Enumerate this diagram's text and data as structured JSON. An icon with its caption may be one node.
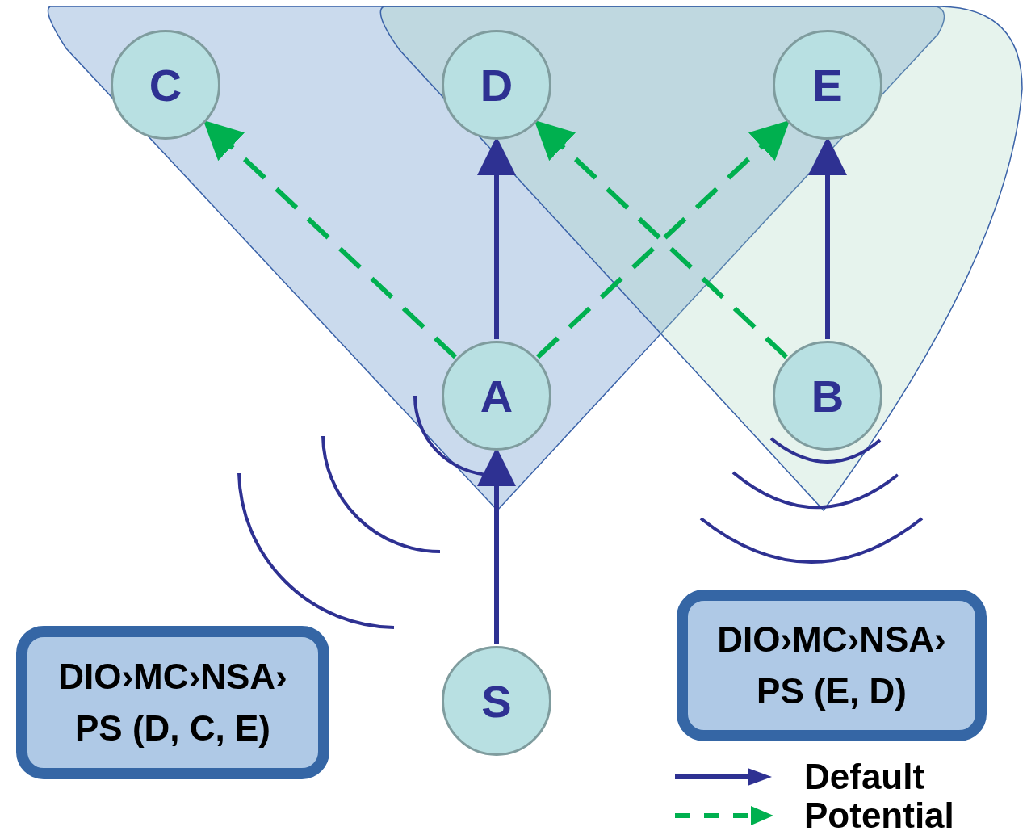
{
  "diagram": {
    "nodes": [
      {
        "text": [
          "C"
        ]
      },
      {
        "text": [
          "D"
        ]
      },
      {
        "text": [
          "E"
        ]
      },
      {
        "text": [
          "A"
        ]
      },
      {
        "text": [
          "B"
        ]
      },
      {
        "text": [
          "S"
        ]
      },
      {
        "text": [
          "DIO›MC›NSA› PS (D, C, E)"
        ]
      },
      {
        "text": [
          "DIO›MC›NSA› PS (E, D)"
        ]
      }
    ],
    "edges": [
      {
        "from": 5,
        "to": 3,
        "arrow": "to"
      },
      {
        "from": 3,
        "to": 1,
        "arrow": "to"
      },
      {
        "from": 4,
        "to": 2,
        "arrow": "to"
      },
      {
        "from": 3,
        "to": 0,
        "arrow": "to",
        "style": "dashed",
        "color": "#00b04f"
      },
      {
        "from": 3,
        "to": 2,
        "arrow": "to",
        "style": "dashed",
        "color": "#00b04f"
      },
      {
        "from": 4,
        "to": 1,
        "arrow": "to",
        "style": "dashed",
        "color": "#00b04f"
      }
    ],
    "legend": [
      {
        "text": "Default"
      },
      {
        "text": "Potential"
      }
    ]
  }
}
